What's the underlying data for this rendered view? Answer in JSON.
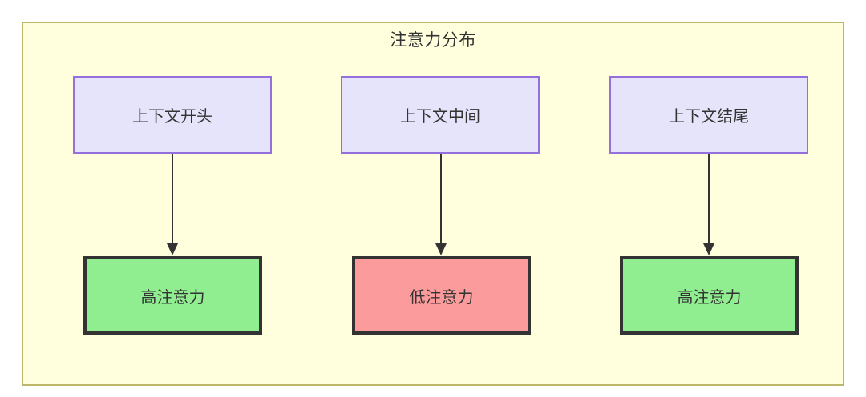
{
  "diagram": {
    "type": "flowchart",
    "title": "注意力分布",
    "container": {
      "fill": "#ffffde",
      "border_color": "#bdb76b"
    },
    "columns": [
      {
        "id": "start",
        "context": {
          "label": "上下文开头",
          "fill": "#e6e4fa",
          "border_color": "#9370db"
        },
        "attention": {
          "label": "高注意力",
          "fill": "#90ee90",
          "border_color": "#333333"
        },
        "edge": {
          "from": "上下文开头",
          "to": "高注意力",
          "style": "solid-arrow"
        }
      },
      {
        "id": "middle",
        "context": {
          "label": "上下文中间",
          "fill": "#e6e4fa",
          "border_color": "#9370db"
        },
        "attention": {
          "label": "低注意力",
          "fill": "#fb9b9b",
          "border_color": "#333333"
        },
        "edge": {
          "from": "上下文中间",
          "to": "低注意力",
          "style": "solid-arrow"
        }
      },
      {
        "id": "end",
        "context": {
          "label": "上下文结尾",
          "fill": "#e6e4fa",
          "border_color": "#9370db"
        },
        "attention": {
          "label": "高注意力",
          "fill": "#90ee90",
          "border_color": "#333333"
        },
        "edge": {
          "from": "上下文结尾",
          "to": "高注意力",
          "style": "solid-arrow"
        }
      }
    ]
  }
}
